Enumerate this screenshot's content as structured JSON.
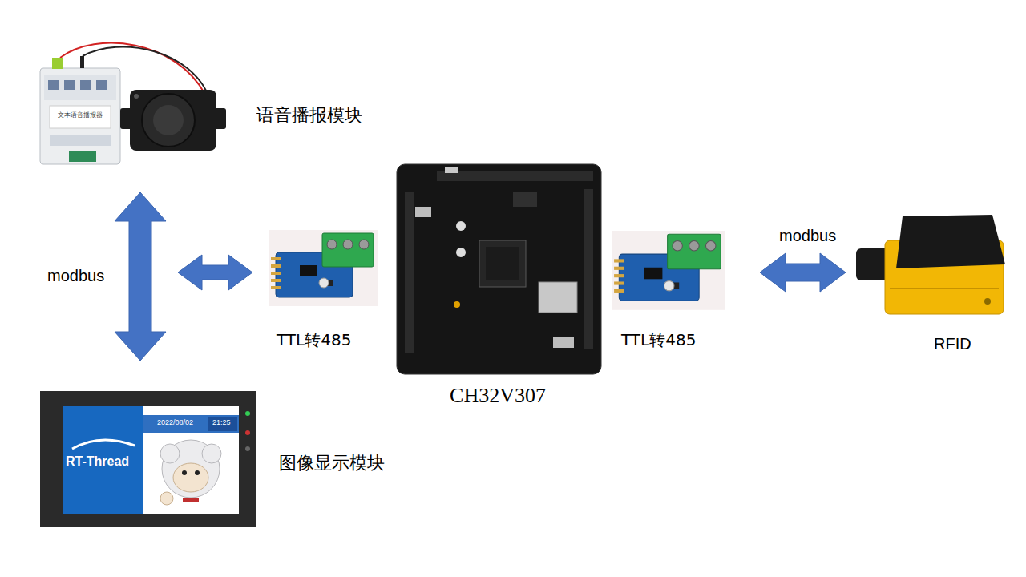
{
  "diagram": {
    "nodes": [
      {
        "text": [
          "语音播报模块"
        ]
      },
      {
        "text": [
          "TTL转485"
        ]
      },
      {
        "text": [
          "CH32V307"
        ]
      },
      {
        "text": [
          "TTL转485"
        ]
      },
      {
        "text": [
          "RFID"
        ]
      },
      {
        "text": [
          "图像显示模块"
        ]
      }
    ],
    "edges": [
      {
        "from": 0,
        "to": 5,
        "label": "modbus",
        "arrow": "both"
      },
      {
        "from": 1,
        "to": 0,
        "arrow": "both"
      },
      {
        "from": 3,
        "to": 4,
        "label": "modbus",
        "arrow": "both"
      }
    ],
    "labels": [
      "文本语音播报器",
      "2022/08/02",
      "21:25",
      "RT-Thread"
    ]
  }
}
